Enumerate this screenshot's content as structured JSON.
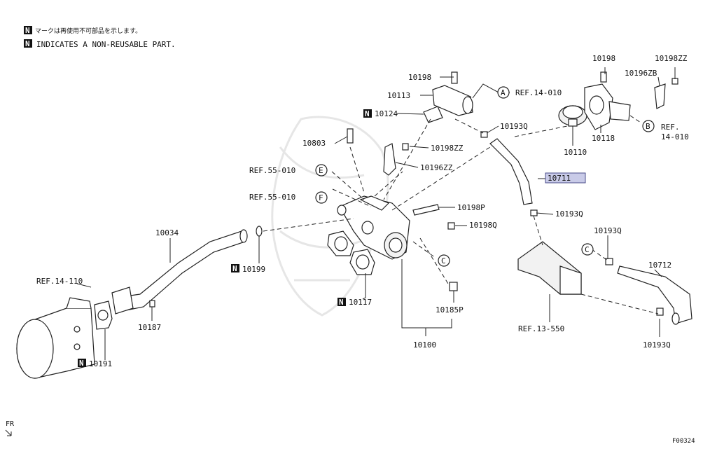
{
  "legend": {
    "n_symbol": "N",
    "note_jp": "マークは再使用不可部品を示します。",
    "note_en": "INDICATES A NON-REUSABLE PART."
  },
  "part_labels": {
    "p10198_top": "10198",
    "p10113": "10113",
    "p10124": "10124",
    "p10803": "10803",
    "p10198zz_mid": "10198ZZ",
    "p10196zz": "10196ZZ",
    "p10198p": "10198P",
    "p10198q": "10198Q",
    "p10034": "10034",
    "p10199": "10199",
    "p10117": "10117",
    "p10185p": "10185P",
    "p10100": "10100",
    "p10187": "10187",
    "p10191": "10191",
    "p10193q_top": "10193Q",
    "p10711": "10711",
    "p10193q_mid": "10193Q",
    "p10193q_right": "10193Q",
    "p10712": "10712",
    "p10193q_bottom": "10193Q",
    "p10198_right": "10198",
    "p10198zz_right": "10198ZZ",
    "p10196zb": "10196ZB",
    "p10110": "10110",
    "p10118": "10118"
  },
  "references": {
    "ref_14_010_a": "REF.14-010",
    "ref_14_010_b_line1": "REF.",
    "ref_14_010_b_line2": "14-010",
    "ref_55_010_e": "REF.55-010",
    "ref_55_010_f": "REF.55-010",
    "ref_14_110": "REF.14-110",
    "ref_13_550": "REF.13-550"
  },
  "callouts": {
    "a": "A",
    "b": "B",
    "c_center": "C",
    "c_right": "C",
    "e": "E",
    "f": "F"
  },
  "footer": {
    "fr_label": "FR",
    "figure_code": "F00324"
  },
  "highlight_color": "#c9cbe8"
}
